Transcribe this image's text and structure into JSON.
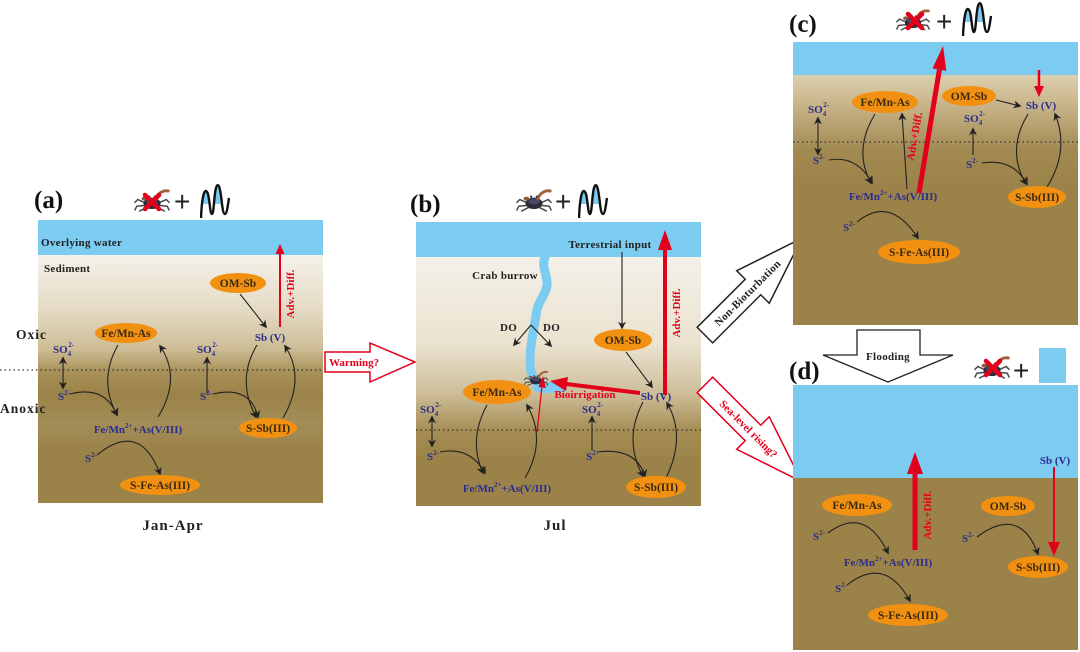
{
  "colors": {
    "water": "#7ccbf0",
    "sediment": "#9b8248",
    "node_fill": "#f29111",
    "species_text": "#2b2d8e",
    "flux_red": "#e3001b"
  },
  "species": {
    "sulfate": {
      "base": "SO",
      "sub": "4",
      "sup": "2-"
    },
    "sulfide": {
      "base": "S",
      "sup": "2-"
    },
    "reduced_metals": {
      "base": "Fe/Mn",
      "sup": "2+",
      "tail": "+As(V/III)"
    }
  },
  "legend": {
    "operator": "+"
  },
  "panels": {
    "a": {
      "label": "(a)",
      "period": "Jan-Apr",
      "condition": {
        "crab": "crab-absent",
        "hydrology": "tidal-fluctuation"
      },
      "water_label": "Overlying water",
      "sediment_label": "Sediment",
      "zone_oxic": "Oxic",
      "zone_anoxic": "Anoxic",
      "nodes": {
        "fe_mn_as": "Fe/Mn-As",
        "om_sb": "OM-Sb",
        "sb_v": "Sb (V)",
        "s_sb_iii": "S-Sb(III)",
        "s_fe_as_iii": "S-Fe-As(III)"
      },
      "flux": "Adv.+Diff."
    },
    "b": {
      "label": "(b)",
      "period": "Jul",
      "condition": {
        "crab": "crab-present",
        "hydrology": "tidal-fluctuation"
      },
      "terrestrial_input": "Terrestrial input",
      "crab_burrow": "Crab burrow",
      "do_label": "DO",
      "bioirrigation": "Bioirrigation",
      "nodes": {
        "fe_mn_as": "Fe/Mn-As",
        "om_sb": "OM-Sb",
        "sb_v": "Sb (V)",
        "s_sb_iii": "S-Sb(III)"
      },
      "flux": "Adv.+Diff."
    },
    "c": {
      "label": "(c)",
      "condition": {
        "crab": "crab-absent",
        "hydrology": "tidal-fluctuation"
      },
      "nodes": {
        "fe_mn_as": "Fe/Mn-As",
        "om_sb": "OM-Sb",
        "sb_v": "Sb (V)",
        "s_sb_iii": "S-Sb(III)",
        "s_fe_as_iii": "S-Fe-As(III)"
      },
      "flux": "Adv.+Diff."
    },
    "d": {
      "label": "(d)",
      "condition": {
        "crab": "crab-absent",
        "hydrology": "permanent-flooding"
      },
      "nodes": {
        "fe_mn_as": "Fe/Mn-As",
        "om_sb": "OM-Sb",
        "sb_v": "Sb (V)",
        "s_sb_iii": "S-Sb(III)",
        "s_fe_as_iii": "S-Fe-As(III)"
      },
      "flux": "Adv.+Diff."
    }
  },
  "transitions": {
    "warming": "Warming?",
    "non_bioturbation": "Non-Bioturbation",
    "sea_level": "Sea-level rising?",
    "flooding": "Flooding"
  }
}
